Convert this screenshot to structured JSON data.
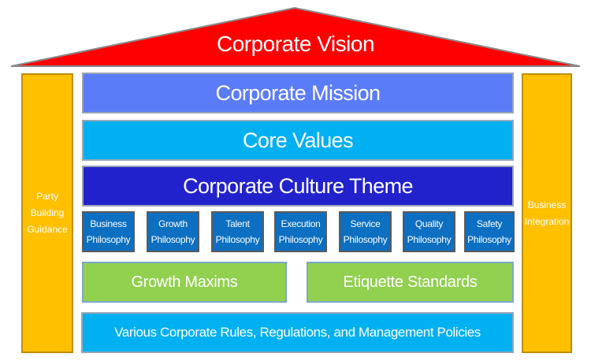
{
  "roof": {
    "title": "Corporate Vision",
    "color": "#ff0000"
  },
  "left_pillar": {
    "lines": [
      "Party",
      "Building",
      "Guidance"
    ],
    "color": "#ffc000"
  },
  "right_pillar": {
    "lines": [
      "Business",
      "Integration"
    ],
    "color": "#ffc000"
  },
  "mission": {
    "label": "Corporate Mission",
    "color": "#5b7cf8"
  },
  "core_values": {
    "label": "Core Values",
    "color": "#00b0f0"
  },
  "culture_theme": {
    "label": "Corporate Culture Theme",
    "color": "#2222cc"
  },
  "philosophies": [
    {
      "line1": "Business",
      "line2": "Philosophy"
    },
    {
      "line1": "Growth",
      "line2": "Philosophy"
    },
    {
      "line1": "Talent",
      "line2": "Philosophy"
    },
    {
      "line1": "Execution",
      "line2": "Philosophy"
    },
    {
      "line1": "Service",
      "line2": "Philosophy"
    },
    {
      "line1": "Quality",
      "line2": "Philosophy"
    },
    {
      "line1": "Safety",
      "line2": "Philosophy"
    }
  ],
  "growth_maxims": {
    "label": "Growth Maxims",
    "color": "#92d050"
  },
  "etiquette": {
    "label": "Etiquette Standards",
    "color": "#92d050"
  },
  "base": {
    "label": "Various Corporate Rules, Regulations, and Management Policies",
    "color": "#00b0f0"
  }
}
